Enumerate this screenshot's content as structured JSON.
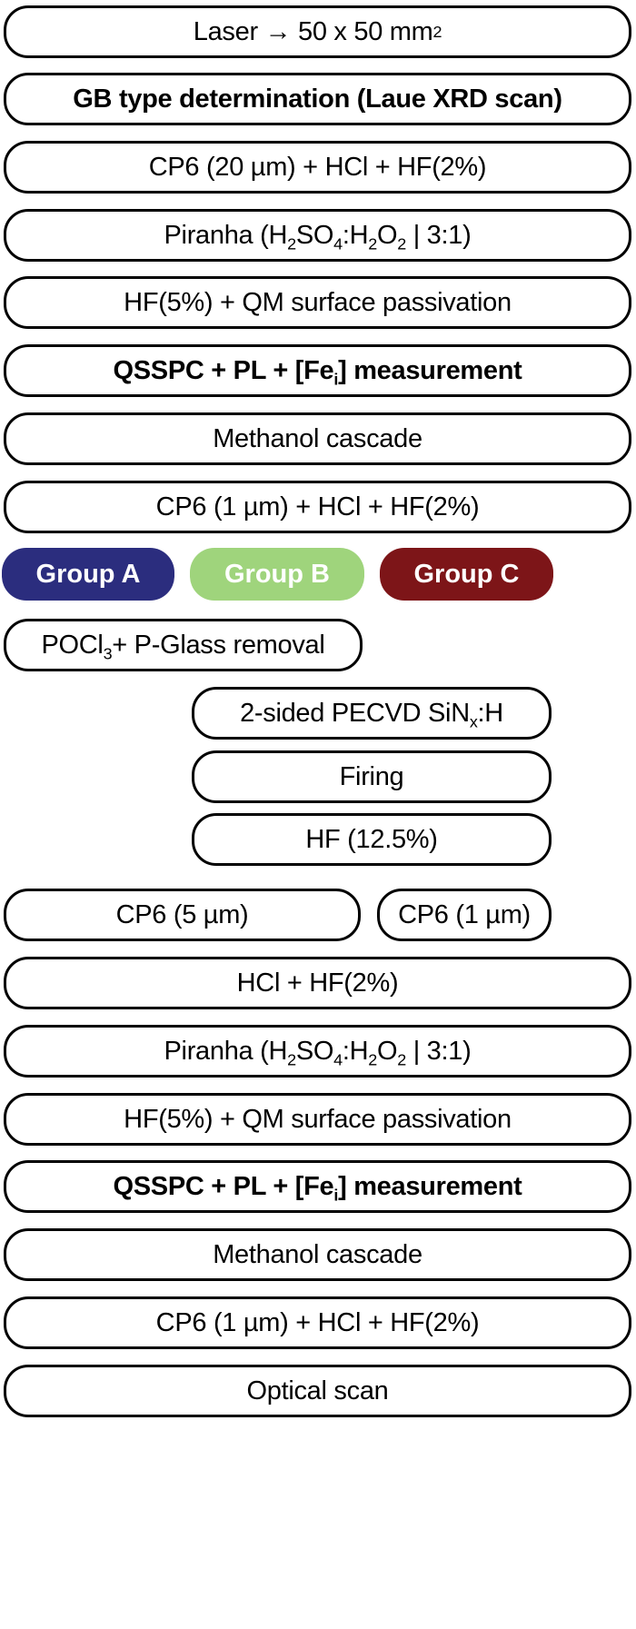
{
  "steps": {
    "s01": {
      "text": "Laser → 50 x 50 mm",
      "sup": "2"
    },
    "s02": {
      "text": "GB type determination (Laue XRD scan)"
    },
    "s03": {
      "text": "CP6 (20 µm) + HCl + HF(2%)"
    },
    "s04": {
      "t1": "Piranha (H",
      "sub1": "2",
      "t2": "SO",
      "sub2": "4",
      "t3": ":H",
      "sub3": "2",
      "t4": "O",
      "sub4": "2",
      "t5": " | 3:1)"
    },
    "s05": {
      "text": "HF(5%) + QM surface passivation"
    },
    "s06": {
      "t1": "QSSPC + PL + [Fe",
      "sub1": "i",
      "t2": "] measurement"
    },
    "s07": {
      "text": "Methanol cascade"
    },
    "s08": {
      "text": "CP6 (1 µm) + HCl + HF(2%)"
    },
    "s09": {
      "t1": "POCl",
      "sub1": "3",
      "t2": "+ P-Glass removal"
    },
    "s10": {
      "t1": "2-sided PECVD SiN",
      "sub1": "x",
      "t2": ":H"
    },
    "s11": {
      "text": "Firing"
    },
    "s12": {
      "text": "HF (12.5%)"
    },
    "s13": {
      "text": "CP6 (5 µm)"
    },
    "s14": {
      "text": "CP6 (1 µm)"
    },
    "s15": {
      "text": "HCl + HF(2%)"
    },
    "s16": {
      "t1": "Piranha (H",
      "sub1": "2",
      "t2": "SO",
      "sub2": "4",
      "t3": ":H",
      "sub3": "2",
      "t4": "O",
      "sub4": "2",
      "t5": " | 3:1)"
    },
    "s17": {
      "text": "HF(5%) + QM surface passivation"
    },
    "s18": {
      "t1": "QSSPC + PL + [Fe",
      "sub1": "i",
      "t2": "] measurement"
    },
    "s19": {
      "text": "Methanol cascade"
    },
    "s20": {
      "text": "CP6 (1 µm) + HCl + HF(2%)"
    },
    "s21": {
      "text": "Optical scan"
    }
  },
  "groups": {
    "a": {
      "label": "Group A",
      "color": "#2b2d7e"
    },
    "b": {
      "label": "Group B",
      "color": "#9fd47c"
    },
    "c": {
      "label": "Group C",
      "color": "#7d1518"
    }
  }
}
